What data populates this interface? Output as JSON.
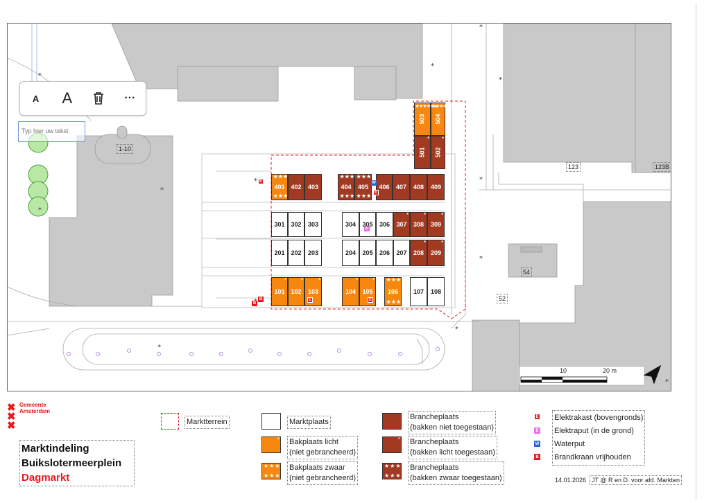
{
  "org": {
    "line1": "Gemeente",
    "line2": "Amsterdam",
    "logo_mark": "XXX"
  },
  "title": {
    "line1": "Marktindeling",
    "line2": "Buikslotermeerplein",
    "line3": "Dagmarkt"
  },
  "editor": {
    "font_small_label": "A",
    "font_large_label": "A",
    "more_label": "···",
    "text_placeholder": "Typ hier uw tekst"
  },
  "map": {
    "building_labels": [
      "1-10",
      "123",
      "123B",
      "54",
      "52"
    ],
    "scale": {
      "label_10": "10",
      "label_20": "20 m"
    },
    "stalls": [
      {
        "id": "401",
        "type": "bakplaats-zwaar"
      },
      {
        "id": "402",
        "type": "branche-niet"
      },
      {
        "id": "403",
        "type": "branche-niet"
      },
      {
        "id": "404",
        "type": "branche-zwaar"
      },
      {
        "id": "405",
        "type": "branche-zwaar"
      },
      {
        "id": "406",
        "type": "branche-niet"
      },
      {
        "id": "407",
        "type": "branche-niet"
      },
      {
        "id": "408",
        "type": "branche-niet"
      },
      {
        "id": "409",
        "type": "branche-niet"
      },
      {
        "id": "501",
        "type": "branche-licht"
      },
      {
        "id": "502",
        "type": "branche-licht"
      },
      {
        "id": "503",
        "type": "bakplaats-zwaar"
      },
      {
        "id": "504",
        "type": "bakplaats-zwaar"
      },
      {
        "id": "301",
        "type": "marktplaats"
      },
      {
        "id": "302",
        "type": "marktplaats"
      },
      {
        "id": "303",
        "type": "marktplaats"
      },
      {
        "id": "304",
        "type": "marktplaats"
      },
      {
        "id": "305",
        "type": "marktplaats"
      },
      {
        "id": "306",
        "type": "marktplaats"
      },
      {
        "id": "307",
        "type": "branche-licht"
      },
      {
        "id": "308",
        "type": "branche-licht"
      },
      {
        "id": "309",
        "type": "branche-licht"
      },
      {
        "id": "201",
        "type": "marktplaats"
      },
      {
        "id": "202",
        "type": "marktplaats"
      },
      {
        "id": "203",
        "type": "marktplaats"
      },
      {
        "id": "204",
        "type": "marktplaats"
      },
      {
        "id": "205",
        "type": "marktplaats"
      },
      {
        "id": "206",
        "type": "marktplaats"
      },
      {
        "id": "207",
        "type": "marktplaats"
      },
      {
        "id": "208",
        "type": "branche-licht"
      },
      {
        "id": "209",
        "type": "branche-licht"
      },
      {
        "id": "101",
        "type": "bakplaats-licht"
      },
      {
        "id": "102",
        "type": "bakplaats-licht"
      },
      {
        "id": "103",
        "type": "bakplaats-licht"
      },
      {
        "id": "104",
        "type": "bakplaats-licht"
      },
      {
        "id": "105",
        "type": "bakplaats-licht"
      },
      {
        "id": "106",
        "type": "bakplaats-zwaar"
      },
      {
        "id": "107",
        "type": "marktplaats"
      },
      {
        "id": "108",
        "type": "marktplaats"
      }
    ],
    "symbols": {
      "elektrakast": "E",
      "waterput": "W",
      "elektraput": "E",
      "brandkraan": "B"
    }
  },
  "legend": {
    "marktterrein": "Marktterrein",
    "marktplaats": "Marktplaats",
    "bakplaats_licht_1": "Bakplaats licht",
    "bakplaats_licht_2": "(niet gebrancheerd)",
    "bakplaats_zwaar_1": "Bakplaats zwaar",
    "bakplaats_zwaar_2": "(niet gebrancheerd)",
    "branche_niet_1": "Brancheplaats",
    "branche_niet_2": "(bakken niet toegestaan)",
    "branche_licht_1": "Brancheplaats",
    "branche_licht_2": "(bakken licht toegestaan)",
    "branche_zwaar_1": "Brancheplaats",
    "branche_zwaar_2": "(bakken zwaar toegestaan)",
    "elektrakast": "Elektrakast (bovengronds)",
    "elektraput": "Elektraput (in de grond)",
    "waterput": "Waterput",
    "brandkraan": "Brandkraan vrijhouden"
  },
  "footer": {
    "date": "14.01.2026",
    "credit": "JT @ R en D. voor afd. Markten"
  },
  "colors": {
    "orange": "#f7870f",
    "brown": "#a23a22",
    "red": "#e8191d",
    "blue": "#2a63d6",
    "pink": "#ee6fe6",
    "building": "#c9c9c9"
  }
}
